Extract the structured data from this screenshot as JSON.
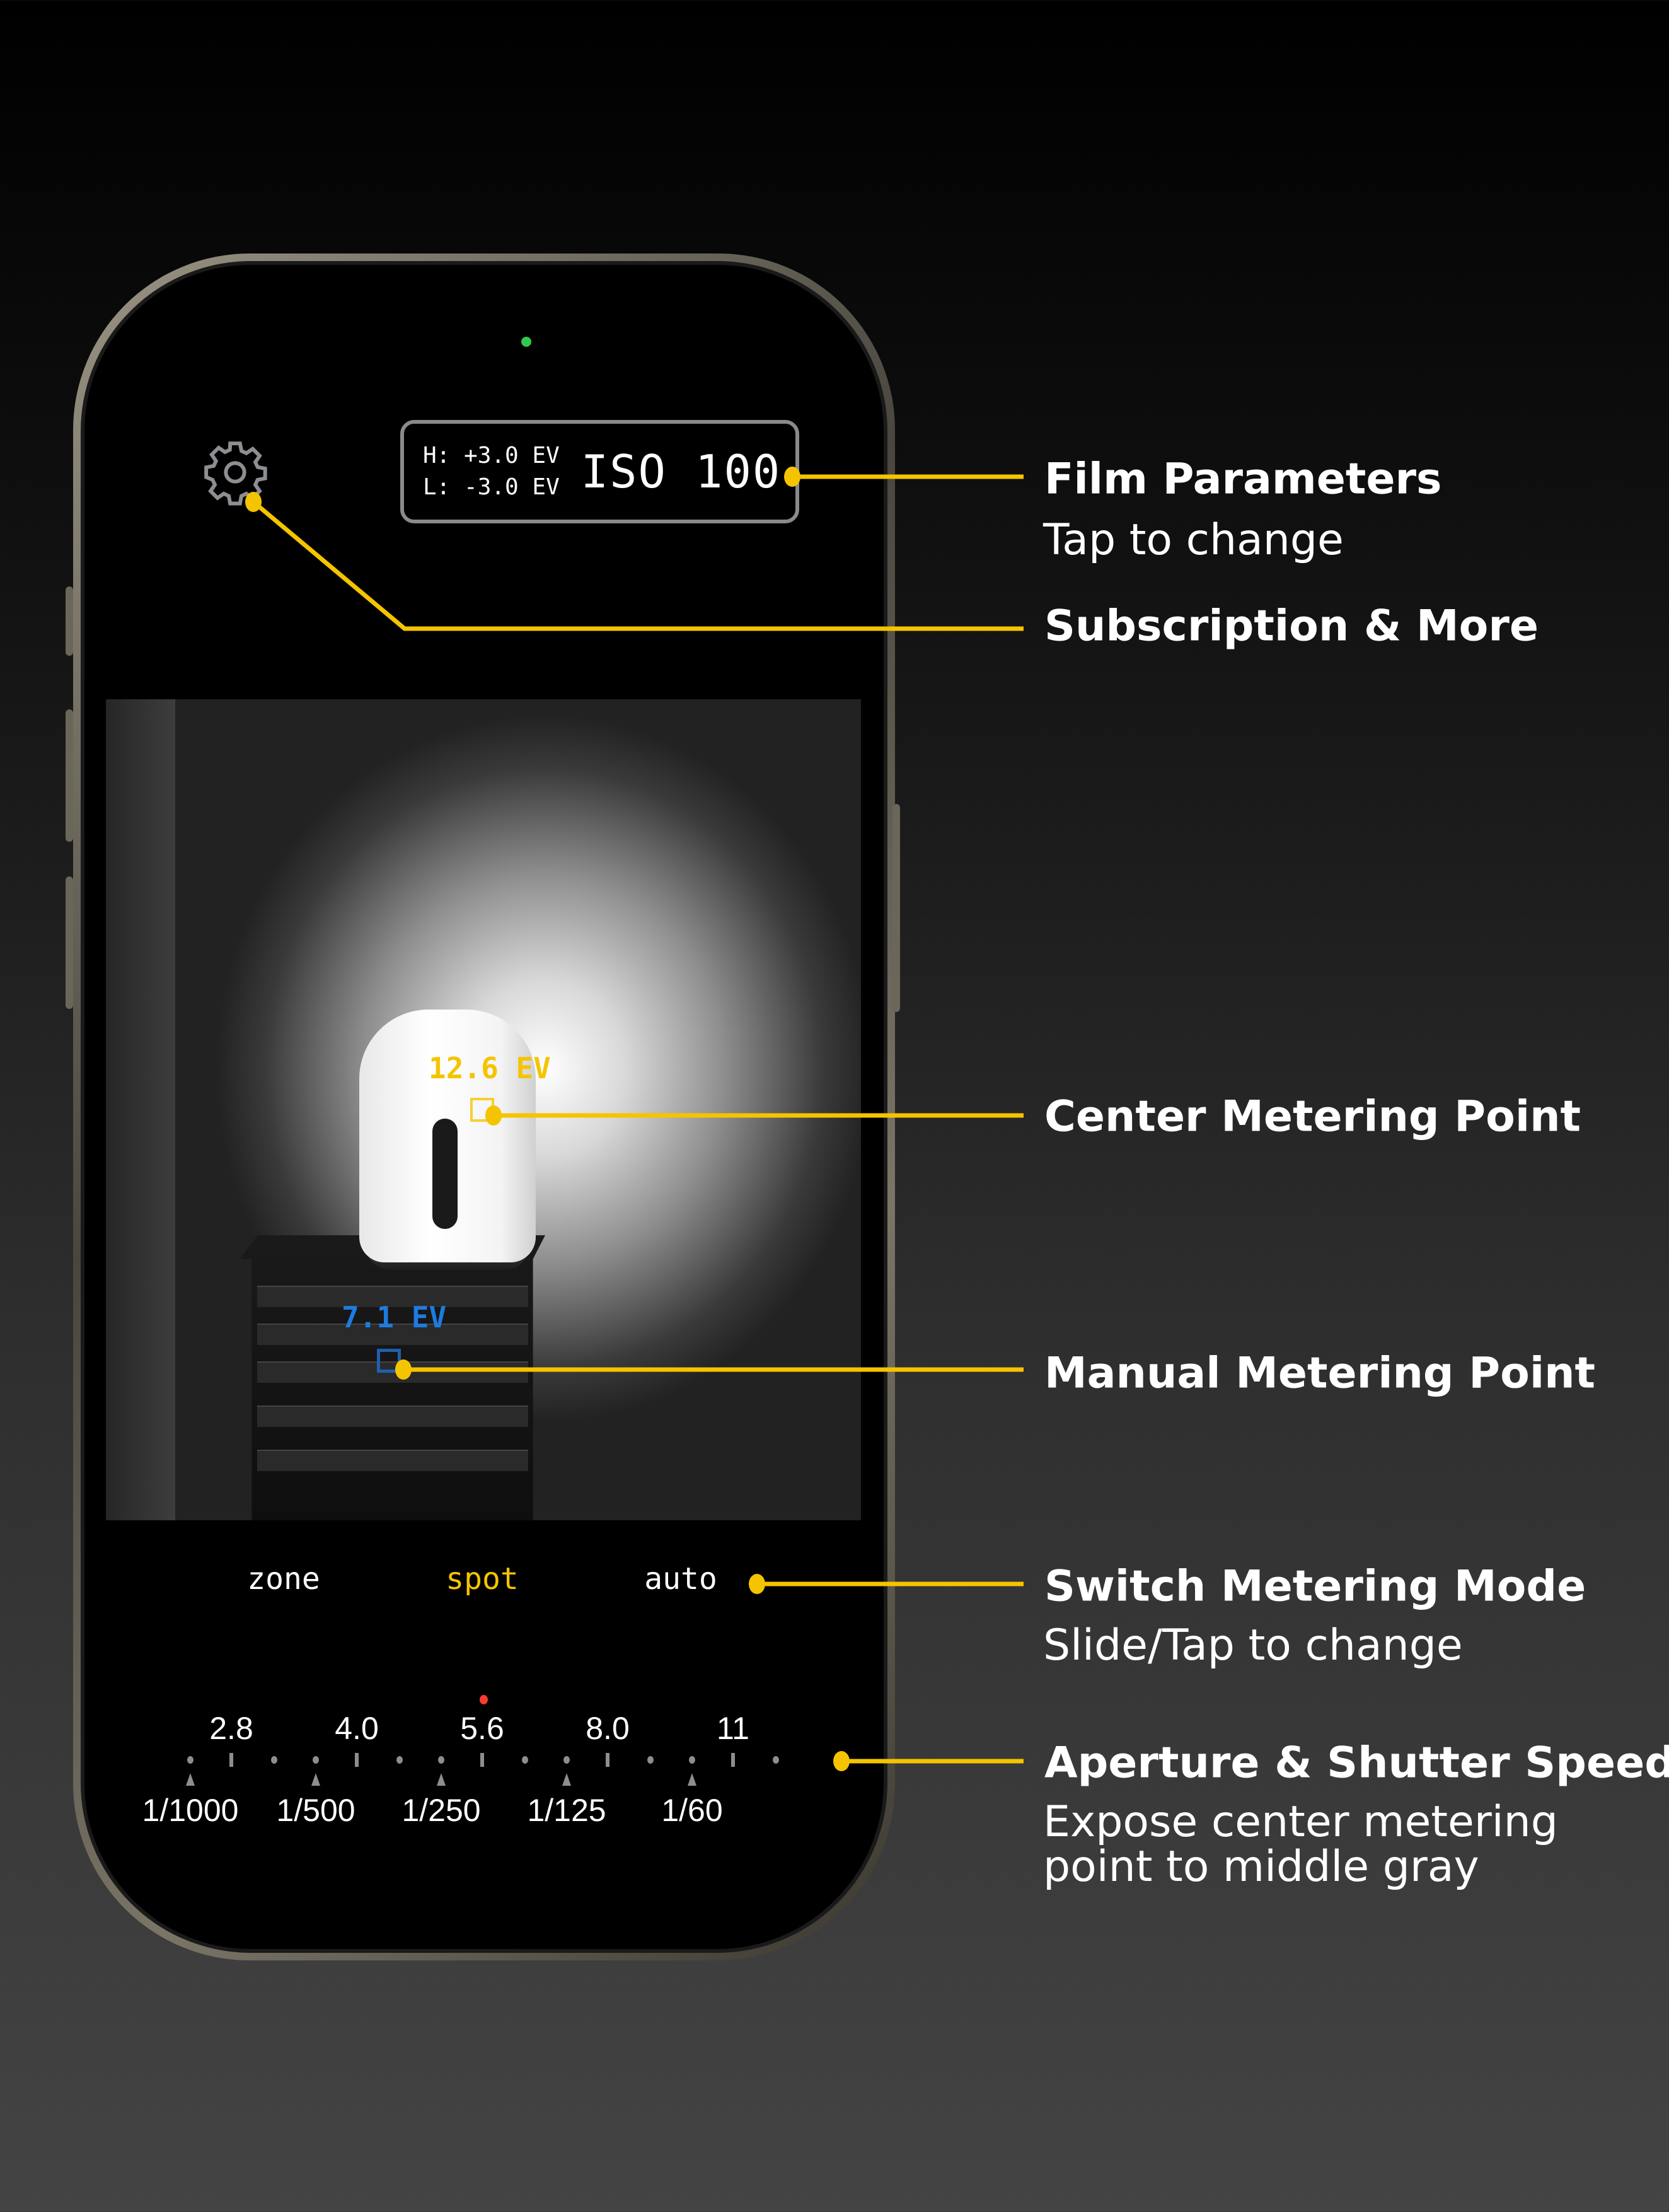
{
  "header": {
    "highlight": "H: +3.0 EV",
    "lowlight": "L: -3.0 EV",
    "iso": "ISO 100"
  },
  "viewer": {
    "center_ev": "12.6 EV",
    "manual_ev": "7.1 EV"
  },
  "modes": [
    {
      "label": "zone",
      "active": false
    },
    {
      "label": "spot",
      "active": true
    },
    {
      "label": "auto",
      "active": false
    }
  ],
  "apertures": [
    "2.8",
    "4.0",
    "5.6",
    "8.0",
    "11"
  ],
  "shutters": [
    "1/1000",
    "1/500",
    "1/250",
    "1/125",
    "1/60"
  ],
  "selected_aperture": "5.6",
  "callouts": {
    "film": {
      "title": "Film Parameters",
      "sub": "Tap to change"
    },
    "subscription": {
      "title": "Subscription & More"
    },
    "center": {
      "title": "Center Metering Point"
    },
    "manual": {
      "title": "Manual Metering Point"
    },
    "mode": {
      "title": "Switch Metering Mode",
      "sub": "Slide/Tap to change"
    },
    "exposure": {
      "title": "Aperture & Shutter Speed",
      "sub1": "Expose center metering",
      "sub2": "point to middle gray"
    }
  },
  "colors": {
    "accent": "#f5c400",
    "manual": "#1e7be0",
    "red": "#ff3b30",
    "active_mode": "#f5c400"
  }
}
